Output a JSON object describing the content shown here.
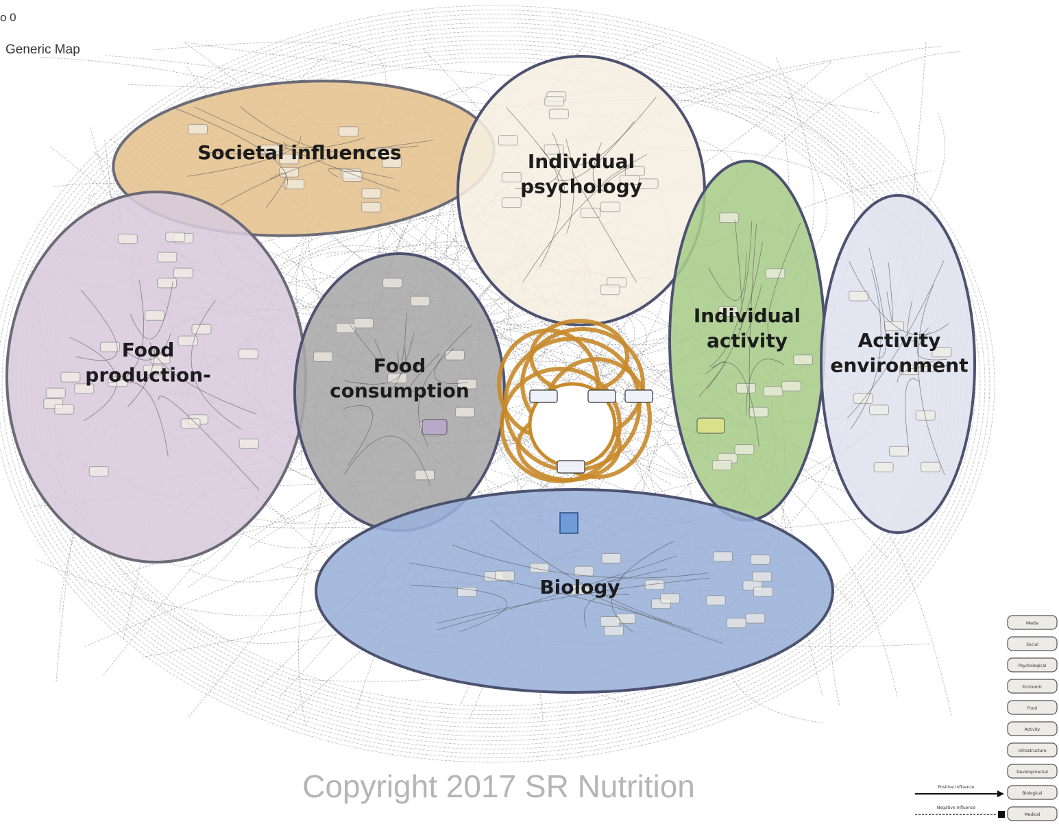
{
  "header": {
    "line1": "o 0",
    "line2": "Generic Map"
  },
  "clusters": [
    {
      "id": "societal",
      "label_lines": [
        "Societal influences"
      ],
      "fill": "#e4c28e",
      "stroke": "#6b6b78"
    },
    {
      "id": "psychology",
      "label_lines": [
        "Individual",
        "psychology"
      ],
      "fill": "#f6eee0",
      "stroke": "#4d5270"
    },
    {
      "id": "production",
      "label_lines": [
        "Food",
        "production-"
      ],
      "fill": "#d7c9dd",
      "stroke": "#6b6b78"
    },
    {
      "id": "consumption",
      "label_lines": [
        "Food",
        "consumption"
      ],
      "fill": "#a9a9a9",
      "stroke": "#4d5270"
    },
    {
      "id": "activity",
      "label_lines": [
        "Individual",
        "activity"
      ],
      "fill": "#a9cc8a",
      "stroke": "#4d5270"
    },
    {
      "id": "environment",
      "label_lines": [
        "Activity",
        "environment"
      ],
      "fill": "#dfe1ee",
      "stroke": "#4d5270"
    },
    {
      "id": "biology",
      "label_lines": [
        "Biology"
      ],
      "fill": "#98b0d8",
      "stroke": "#4d5270"
    }
  ],
  "core_loop_color": "#c88a2a",
  "legend": {
    "items": [
      {
        "label": "Media",
        "fill": "#ecebe6"
      },
      {
        "label": "Social",
        "fill": "#f1e3c2"
      },
      {
        "label": "Psychological",
        "fill": "#f3eed9"
      },
      {
        "label": "Economic",
        "fill": "#ecebe6"
      },
      {
        "label": "Food",
        "fill": "#e3dbe6"
      },
      {
        "label": "Activity",
        "fill": "#e9c997"
      },
      {
        "label": "Infrastructure",
        "fill": "#e9e9e9"
      },
      {
        "label": "Developmental",
        "fill": "#e9e9e9"
      },
      {
        "label": "Biological",
        "fill": "#dbe3f1"
      },
      {
        "label": "Medical",
        "fill": "#dbe3f1"
      }
    ],
    "positive": "Positive Influence",
    "negative": "Negative Influence"
  },
  "copyright": "Copyright 2017 SR Nutrition"
}
